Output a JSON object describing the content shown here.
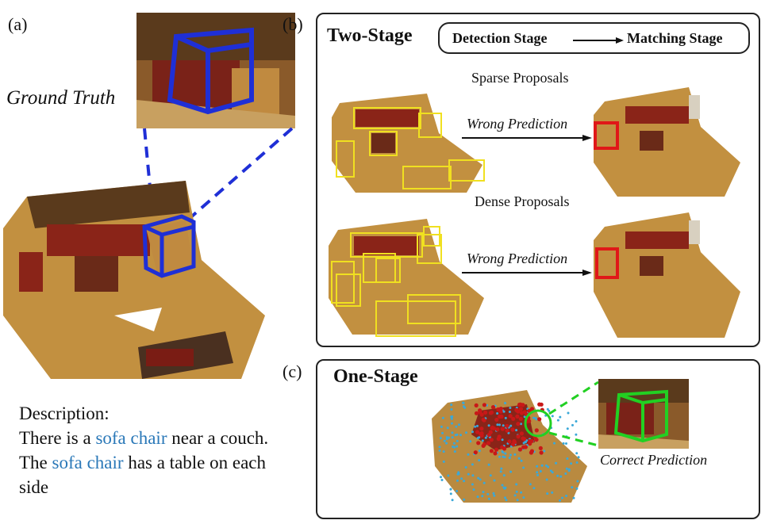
{
  "panel_a": {
    "label": "(a)",
    "ground_truth": "Ground Truth",
    "description_title": "Description:",
    "description": {
      "p1": "There is a ",
      "hl1": "sofa chair",
      "p2": " near a couch. The ",
      "hl2": "sofa chair",
      "p3": " has a table on each side"
    }
  },
  "panel_b": {
    "label": "(b)",
    "title": "Two-Stage",
    "detection_stage": "Detection Stage",
    "matching_stage": "Matching Stage",
    "sparse_label": "Sparse Proposals",
    "dense_label": "Dense Proposals",
    "wrong_prediction_1": "Wrong Prediction",
    "wrong_prediction_2": "Wrong Prediction"
  },
  "panel_c": {
    "label": "(c)",
    "title": "One-Stage",
    "correct_prediction": "Correct Prediction"
  },
  "colors": {
    "ground_truth_box": "#1f2fd6",
    "proposal_box": "#f0e020",
    "wrong_box": "#e01818",
    "correct_box": "#22d022",
    "highlight_text": "#2a78b8",
    "point_blue": "#3aa8d8",
    "point_red": "#c81818"
  }
}
